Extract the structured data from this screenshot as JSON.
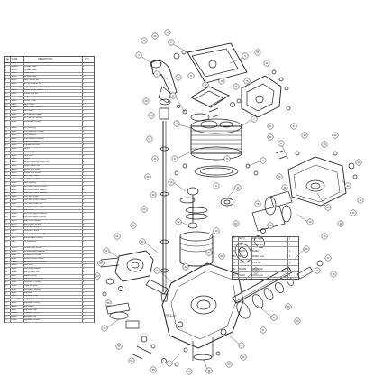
{
  "parts_table": {
    "columns": [
      "No.",
      "CODE",
      "DESCRIPTION",
      "QTY"
    ],
    "rows": [
      [
        "1",
        "PE011",
        "Crankcase",
        "1"
      ],
      [
        "2",
        "PE0024",
        "Cylinder Head",
        "1"
      ],
      [
        "3",
        "PE015",
        "Cylinder Head",
        "1"
      ],
      [
        "4",
        "PE016",
        "Intake Valve",
        "1"
      ],
      [
        "5",
        "PE017",
        "Exhaust Valve",
        "1"
      ],
      [
        "6",
        "PE018",
        "Valve Spring Set",
        "1"
      ],
      [
        "7",
        "PE019",
        "Spring Retainer Set",
        "1"
      ],
      [
        "8",
        "PE020",
        "Valve Spring Retainer Clips",
        "2"
      ],
      [
        "9",
        "PE021",
        "Rocker Cover Gasket",
        "1"
      ],
      [
        "10",
        "PE023",
        "Rocker Arm Set",
        "1"
      ],
      [
        "11",
        "PE033",
        "Rocker Screw",
        "1"
      ],
      [
        "12",
        "PE036",
        "Rocker Cover",
        "1"
      ],
      [
        "13",
        "PE037",
        "Valve Cover",
        "1"
      ],
      [
        "14",
        "PE072",
        "Valve Cover Screws",
        "4"
      ],
      [
        "15",
        "PE038",
        "Cam Gear",
        "1"
      ],
      [
        "16",
        "PE039",
        "Air Chamber Gasket",
        "1"
      ],
      [
        "17",
        "PE040",
        "Air Chamber Screws",
        "4"
      ],
      [
        "18",
        "PE041",
        "Crankcase O-Ring",
        "1"
      ],
      [
        "19",
        "PE042",
        "Push Rod",
        "1"
      ],
      [
        "20",
        "PE043",
        "Front Bearing",
        "1"
      ],
      [
        "21",
        "PE044",
        "Front Bearing Oil Seal",
        "1"
      ],
      [
        "22",
        "PE045",
        "Drive Washer",
        "1"
      ],
      [
        "23",
        "PE046",
        "Drive Washer Retainer",
        "1"
      ],
      [
        "24",
        "PE047",
        "Propeller Washer",
        "1"
      ],
      [
        "25",
        "PE048",
        "Propeller Nut Set",
        "1"
      ],
      [
        "26",
        "PE049",
        "Piston",
        "1"
      ],
      [
        "27",
        "PE050",
        "Piston Ring",
        "1"
      ],
      [
        "28",
        "PE051",
        "Piston Pin",
        "1"
      ],
      [
        "29",
        "PE052",
        "Tappet",
        "1"
      ],
      [
        "30",
        "PE053",
        "Tappet Adjusting Screw Set",
        "2"
      ],
      [
        "31",
        "PE054",
        "Tappet Guide Set",
        "1"
      ],
      [
        "32",
        "PE055",
        "Rocker Arm Shaft",
        "1"
      ],
      [
        "33",
        "PE056",
        "Rocker Arm Screw",
        "2"
      ],
      [
        "34",
        "PE057",
        "Cam Gear Cover",
        "1"
      ],
      [
        "35",
        "PE058",
        "Gear Gasket",
        "1"
      ],
      [
        "36",
        "PE059",
        "Gear Bearing",
        "1"
      ],
      [
        "37",
        "PE060",
        "Cam Gear Cover Screws",
        "4"
      ],
      [
        "38",
        "PE061",
        "Cam Gear Cover Gasket",
        "1"
      ],
      [
        "39",
        "PE062",
        "Cam Gear Cover O-Ring",
        "1"
      ],
      [
        "40",
        "PE063",
        "Push Rod Cover",
        "1"
      ],
      [
        "41",
        "PE064",
        "Push Rod Cover O-Ring",
        "2"
      ],
      [
        "42",
        "PE065",
        "Push Rod Cover Nut",
        "1"
      ],
      [
        "43",
        "PE066",
        "Rear Cover Plate",
        "1"
      ],
      [
        "44",
        "PE067",
        "Rear Cover",
        "1"
      ],
      [
        "45",
        "PE068",
        "Fuel Inlet Nipple Retainer",
        "1"
      ],
      [
        "46",
        "PE069",
        "Fuel Inlet Nipple O-Ring",
        "1"
      ],
      [
        "47",
        "PE070",
        "Rear Cover Gasket",
        "1"
      ],
      [
        "48",
        "PE071",
        "Rear Cover Screws",
        "4"
      ],
      [
        "49",
        "PE073",
        "Carburetor Body",
        "1"
      ],
      [
        "50",
        "PE074",
        "Carburetor Rotor",
        "1"
      ],
      [
        "51",
        "PE075",
        "Needle Valve Assembly",
        "1"
      ],
      [
        "52",
        "PE076",
        "Needle Valve O-Ring",
        "1"
      ],
      [
        "53",
        "PE077",
        "Throttle Barrel",
        "1"
      ],
      [
        "54",
        "PE078",
        "Throttle Arm",
        "1"
      ],
      [
        "55",
        "PE079",
        "Throttle Stop Screw",
        "1"
      ],
      [
        "56",
        "PE080",
        "Throttle Barrel Retainer",
        "1"
      ],
      [
        "57",
        "PE081",
        "Throttle Arm Screw",
        "1"
      ],
      [
        "58",
        "PE082",
        "Mixture Control Screw",
        "1"
      ],
      [
        "59",
        "PE083",
        "Carburetor Retainer Nut",
        "1"
      ],
      [
        "60",
        "PE084",
        "Glow Plug",
        "1"
      ],
      [
        "61",
        "PE085",
        "Glow Plug Washer",
        "1"
      ],
      [
        "62",
        "PE086",
        "Needle Valve Set",
        "1"
      ],
      [
        "63",
        "PE087",
        "Needle Spring",
        "1"
      ],
      [
        "64",
        "PE088",
        "Needle Valve O-Ring",
        "1"
      ],
      [
        "65",
        "PE089",
        "Carburetor O-Ring",
        "2"
      ],
      [
        "66",
        "PE090",
        "Intake Manifold",
        "1"
      ],
      [
        "67",
        "PE091",
        "Carburetor Screws",
        "4"
      ],
      [
        "68",
        "PE092",
        "Regulator",
        "1"
      ],
      [
        "69",
        "PE093",
        "Regulator Body",
        "1"
      ],
      [
        "70",
        "PE094",
        "Regulator Screws",
        "4"
      ],
      [
        "71",
        "PE095",
        "Regulator O-Ring",
        "2"
      ],
      [
        "72",
        "PE096",
        "Diaphragm",
        "1"
      ],
      [
        "73",
        "PE097",
        "Regulator Cap",
        "1"
      ],
      [
        "74",
        "PE098",
        "Regulator Spring",
        "1"
      ],
      [
        "75",
        "PE099",
        "Regulator Nut",
        "1"
      ],
      [
        "76",
        "PE100",
        "Regulator Screws",
        "3"
      ]
    ]
  },
  "right_table": {
    "rows": [
      [
        "77",
        "PE074",
        "Fuel Nipple",
        "4"
      ],
      [
        "78",
        "PE075",
        "Muffler Set",
        "1"
      ],
      [
        "79",
        "PE076",
        "Muffler",
        "1"
      ],
      [
        "80",
        "PE077",
        "Muffler Seal",
        "1"
      ],
      [
        "81",
        "PE078",
        "Lock Nut",
        "1"
      ],
      [
        "82",
        "PE0035",
        "Gasket Set",
        "1"
      ],
      [
        "83",
        "PE094",
        "O Ring Set",
        "1"
      ]
    ]
  },
  "drawing_code": "PE-4-20",
  "callouts": [
    "1",
    "2",
    "3",
    "4",
    "5",
    "6",
    "7",
    "8",
    "9",
    "10",
    "11",
    "12",
    "13",
    "14",
    "15",
    "16",
    "17",
    "18",
    "19",
    "20",
    "21",
    "22",
    "23",
    "24",
    "25",
    "26",
    "27",
    "28",
    "29",
    "30",
    "31",
    "32",
    "33",
    "34",
    "35",
    "36",
    "37",
    "38",
    "39",
    "40",
    "41",
    "42",
    "43",
    "44",
    "45",
    "46",
    "47",
    "48",
    "49",
    "50",
    "51",
    "52",
    "53",
    "54",
    "55",
    "56",
    "57",
    "58",
    "59",
    "60",
    "61",
    "62",
    "63",
    "64",
    "65",
    "66",
    "67",
    "68",
    "69",
    "70",
    "71",
    "72",
    "73",
    "74",
    "75",
    "76",
    "77",
    "78",
    "79",
    "80",
    "81",
    "82",
    "83"
  ],
  "colors": {
    "ink": "#222222",
    "background": "#ffffff"
  }
}
